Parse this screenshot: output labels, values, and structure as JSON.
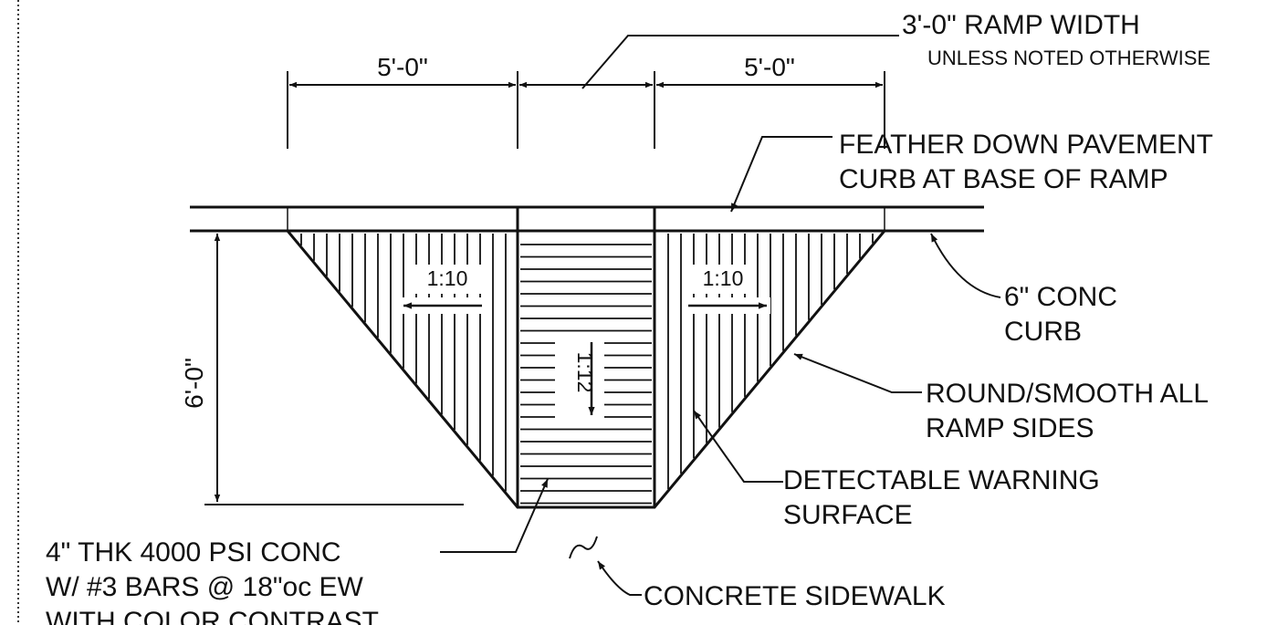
{
  "drawing": {
    "dims": {
      "left_width": "5'-0\"",
      "right_width": "5'-0\"",
      "depth": "6'-0\""
    },
    "notes": {
      "ramp_width": "3'-0\" RAMP WIDTH",
      "unless_noted": "UNLESS NOTED OTHERWISE",
      "feather_1": "FEATHER DOWN PAVEMENT",
      "feather_2": "CURB AT BASE OF RAMP",
      "curb_1": "6\" CONC",
      "curb_2": "CURB",
      "round_1": "ROUND/SMOOTH ALL",
      "round_2": "RAMP SIDES",
      "detect_1": "DETECTABLE WARNING",
      "detect_2": "SURFACE",
      "conc_1": "4\" THK 4000 PSI CONC",
      "conc_2": "W/ #3 BARS @ 18\"oc EW",
      "conc_3": "WITH COLOR CONTRAST",
      "sidewalk": "CONCRETE SIDEWALK"
    },
    "slopes": {
      "left": "1:10",
      "right": "1:10",
      "center": "1:12"
    },
    "colors": {
      "ink": "#111111",
      "paper": "#ffffff"
    }
  }
}
